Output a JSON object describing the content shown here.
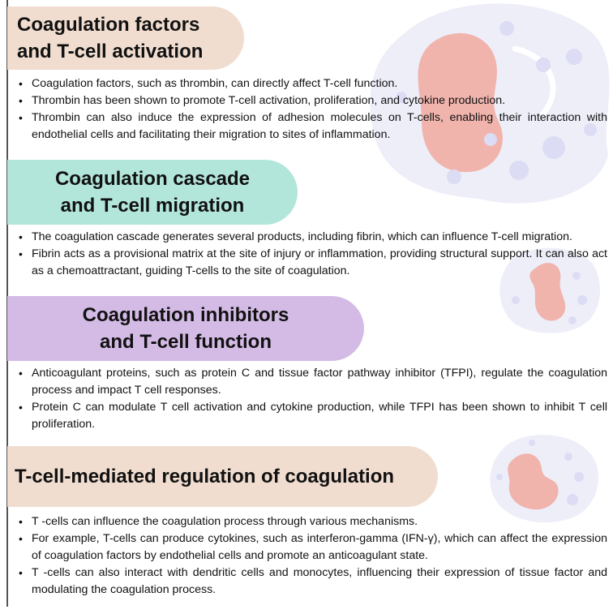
{
  "sections": [
    {
      "heading": [
        "Coagulation factors",
        "and T-cell activation"
      ],
      "color": "#f0ddd0",
      "bullets": [
        "Coagulation factors, such as thrombin, can directly affect T-cell function.",
        "Thrombin has been shown to promote T-cell activation, proliferation, and cytokine production.",
        "Thrombin can also induce the expression of adhesion molecules on T-cells, enabling their interaction with endothelial cells and facilitating their migration to sites of inflammation."
      ]
    },
    {
      "heading": [
        "Coagulation cascade",
        "and T-cell migration"
      ],
      "color": "#b3e6db",
      "bullets": [
        "The coagulation cascade generates several products, including fibrin, which can influence T-cell migration.",
        "Fibrin acts as a provisional matrix at the site of injury or inflammation, providing structural support. It can also act as a chemoattractant, guiding T-cells to the site of coagulation."
      ]
    },
    {
      "heading": [
        "Coagulation inhibitors",
        "and T-cell function"
      ],
      "color": "#d4bbe6",
      "bullets": [
        "Anticoagulant proteins, such as protein C and tissue factor pathway inhibitor (TFPI), regulate the coagulation process and impact T cell responses.",
        "Protein C can modulate T cell activation and cytokine production, while TFPI has been shown to inhibit T cell proliferation."
      ]
    },
    {
      "heading": [
        "T-cell-mediated regulation of coagulation"
      ],
      "color": "#f0ddd0",
      "bullets": [
        "T -cells can influence the coagulation process through various mechanisms.",
        "For example, T-cells can produce cytokines, such as interferon-gamma (IFN-γ), which can affect the expression of coagulation factors by endothelial cells and promote an anticoagulant state.",
        "T -cells can also interact with dendritic cells and monocytes, influencing their expression of tissue factor and modulating the coagulation process."
      ]
    }
  ],
  "decorations": [
    "immune-cell-illustration-large",
    "immune-cell-illustration-small",
    "immune-cell-illustration-medium"
  ]
}
